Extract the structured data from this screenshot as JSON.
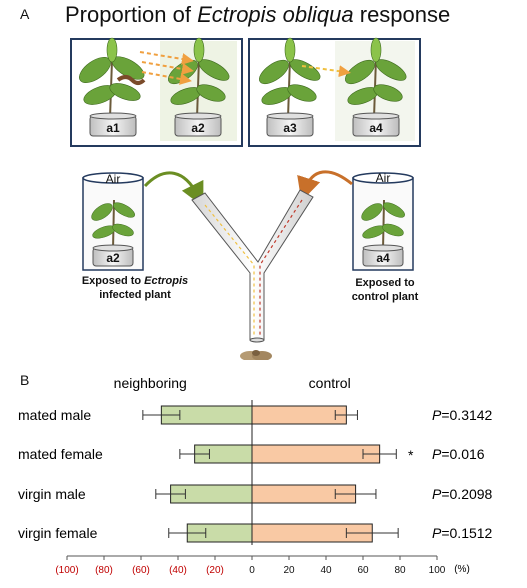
{
  "panel_a": {
    "letter": "A",
    "title_prefix": "Proportion of ",
    "title_species": "Ectropis obliqua",
    "title_suffix": " response",
    "pot_labels": [
      "a1",
      "a2",
      "a3",
      "a4"
    ],
    "air_left": "Air",
    "air_right": "Air",
    "left_pot": "a2",
    "right_pot": "a4",
    "left_note_line1": "Exposed to ",
    "left_note_species": "Ectropis",
    "left_note_line2": "infected plant",
    "right_note_line1": "Exposed to",
    "right_note_line2": "control plant",
    "colors": {
      "frame": "#243a5e",
      "leaf": "#7cb342",
      "arrow_left": "#6b8e23",
      "arrow_right": "#c8702a"
    }
  },
  "panel_b": {
    "letter": "B"
  },
  "chart_data": {
    "type": "bar",
    "orientation": "horizontal-diverging",
    "group_labels": [
      "neighboring",
      "control"
    ],
    "categories": [
      "mated male",
      "mated  female",
      "virgin male",
      "virgin female"
    ],
    "series": [
      {
        "name": "neighboring",
        "values": [
          -49,
          -31,
          -44,
          -35
        ],
        "errors": [
          10,
          8,
          8,
          10
        ],
        "color": "#c9dca8"
      },
      {
        "name": "control",
        "values": [
          51,
          69,
          56,
          65
        ],
        "errors": [
          6,
          9,
          11,
          14
        ],
        "color": "#f9c9a4"
      }
    ],
    "p_values": [
      "=0.3142",
      "=0.016",
      "=0.2098",
      "=0.1512"
    ],
    "p_symbol": "P",
    "significance": [
      "",
      "*",
      "",
      ""
    ],
    "xlim": [
      -100,
      100
    ],
    "ticks": [
      -100,
      -80,
      -60,
      -40,
      -20,
      0,
      20,
      40,
      60,
      80,
      100
    ],
    "tick_labels": [
      "(100)",
      "(80)",
      "(60)",
      "(40)",
      "(20)",
      "0",
      "20",
      "40",
      "60",
      "80",
      "100"
    ],
    "unit": "(%)",
    "negative_tick_color": "#c00000",
    "grid": false
  }
}
